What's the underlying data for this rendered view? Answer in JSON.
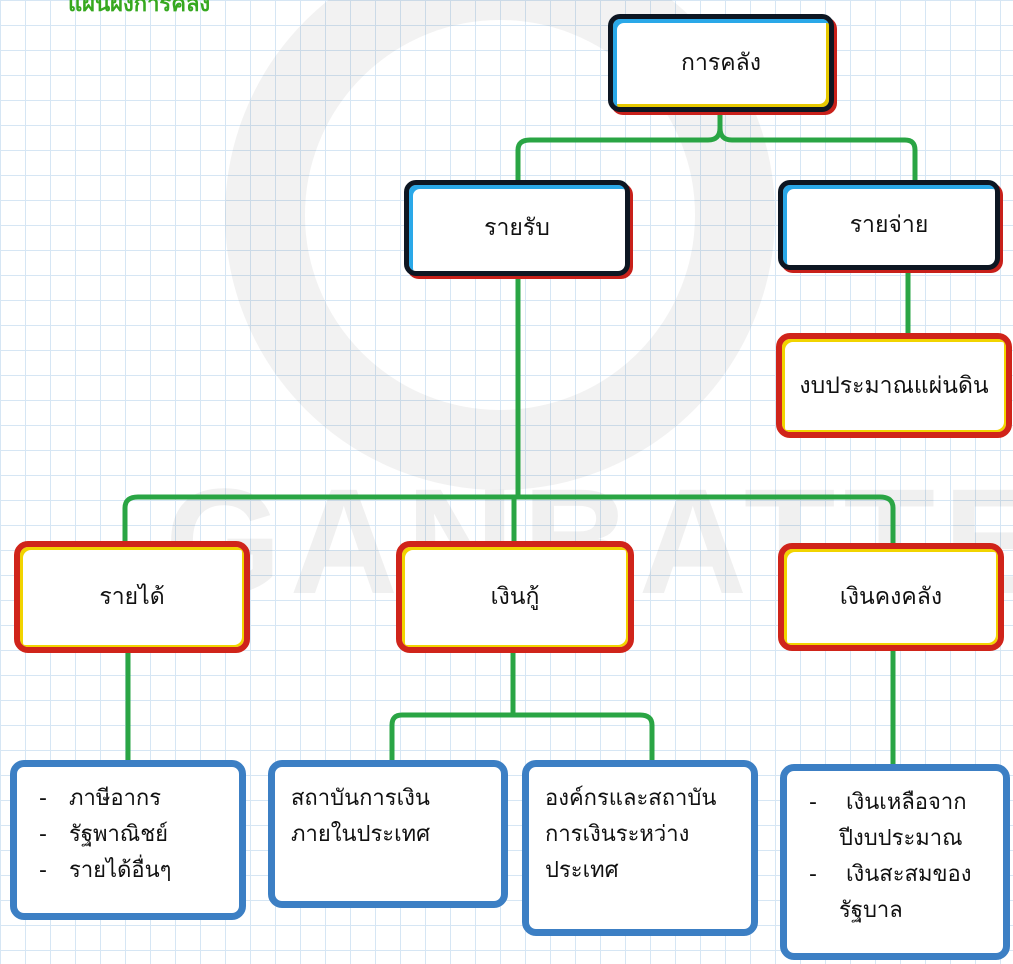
{
  "header": {
    "title": "แผนผังการคลัง"
  },
  "watermark": {
    "text": "GANBATTE"
  },
  "colors": {
    "connector": "#2aa544",
    "level1_border": "#0d1622",
    "level3_border": "#d0241a",
    "leaf_border": "#3c7fc4"
  },
  "nodes": {
    "root": {
      "label": "การคลัง"
    },
    "income": {
      "label": "รายรับ"
    },
    "expense": {
      "label": "รายจ่าย"
    },
    "budget": {
      "label": "งบประมาณแผ่นดิน"
    },
    "revenue": {
      "label": "รายได้"
    },
    "loan": {
      "label": "เงินกู้"
    },
    "treasury": {
      "label": "เงินคงคลัง"
    },
    "revenue_items": [
      "ภาษีอากร",
      "รัฐพาณิชย์",
      "รายได้อื่นๆ"
    ],
    "domestic_fin": {
      "line1": "สถาบันการเงิน",
      "line2": "ภายในประเทศ"
    },
    "intl_fin": {
      "line1": "องค์กรและสถาบัน",
      "line2": "การเงินระหว่าง",
      "line3": "ประเทศ"
    },
    "treasury_items": [
      {
        "line1": "เงินเหลือจาก",
        "line2": "ปีงบประมาณ"
      },
      {
        "line1": "เงินสะสมของ",
        "line2": "รัฐบาล"
      }
    ]
  }
}
